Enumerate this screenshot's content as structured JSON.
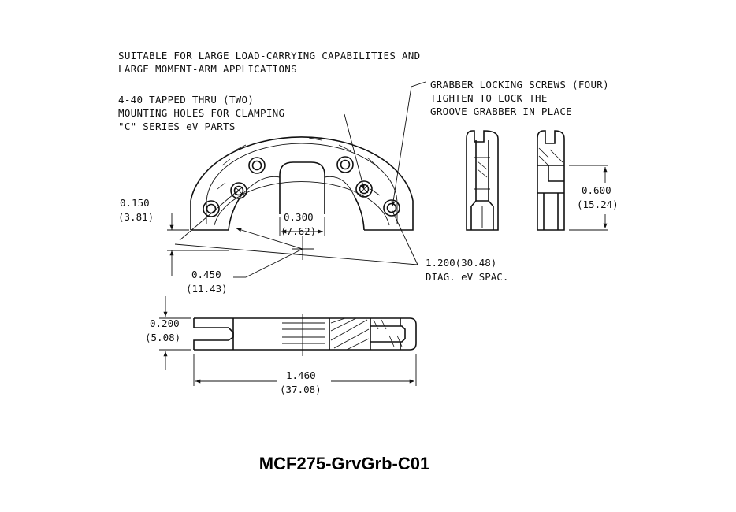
{
  "notes": {
    "application_line1": "SUITABLE FOR LARGE LOAD-CARRYING CAPABILITIES AND",
    "application_line2": "LARGE MOMENT-ARM APPLICATIONS",
    "tapped_line1": "4-40 TAPPED THRU (TWO)",
    "tapped_line2": "MOUNTING HOLES FOR CLAMPING",
    "tapped_line3": "\"C\" SERIES eV PARTS",
    "grabber_line1": "GRABBER LOCKING SCREWS (FOUR)",
    "grabber_line2": "TIGHTEN TO LOCK THE",
    "grabber_line3": "GROOVE GRABBER IN PLACE"
  },
  "dimensions": {
    "step_height": {
      "inch": "0.150",
      "mm": "(3.81)"
    },
    "slot_width": {
      "inch": "0.300",
      "mm": "(7.62)"
    },
    "diag_spacing": {
      "inch_mm": "1.200(30.48)",
      "label": "DIAG. eV SPAC."
    },
    "inner_radius": {
      "inch": "0.450",
      "mm": "(11.43)"
    },
    "side_height": {
      "inch": "0.600",
      "mm": "(15.24)"
    },
    "thickness": {
      "inch": "0.200",
      "mm": "(5.08)"
    },
    "overall_width": {
      "inch": "1.460",
      "mm": "(37.08)"
    }
  },
  "part_number": "MCF275-GrvGrb-C01"
}
